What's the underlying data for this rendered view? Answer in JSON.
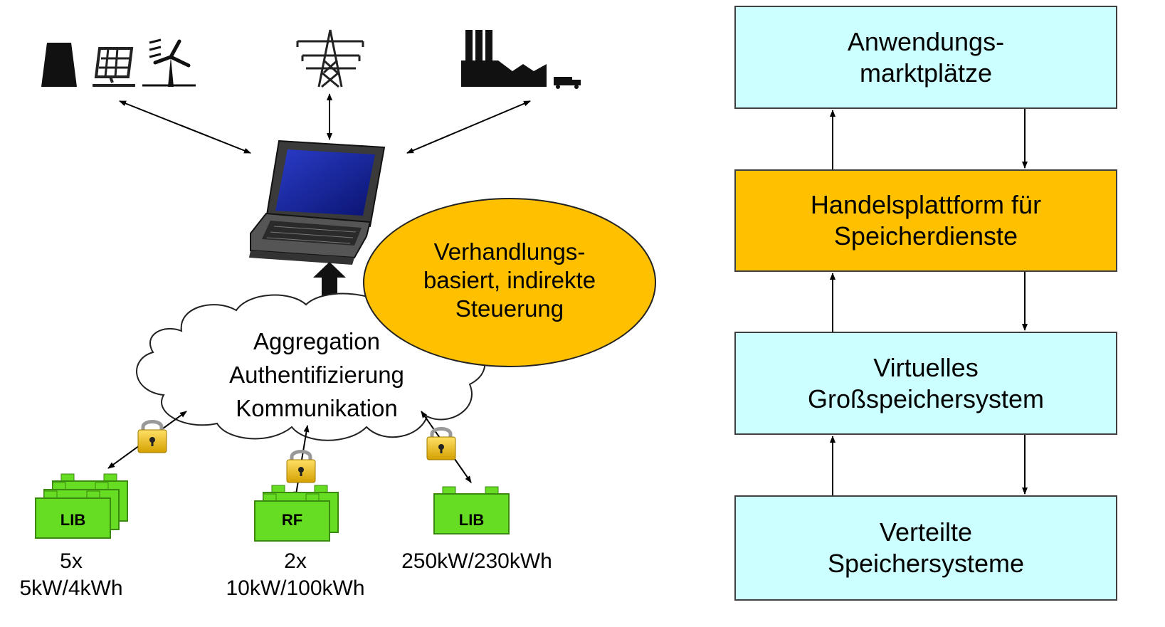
{
  "left": {
    "bubble": {
      "lines": [
        "Verhandlungs-",
        "basiert, indirekte",
        "Steuerung"
      ],
      "color": "#ffc000"
    },
    "cloud": {
      "lines": [
        "Aggregation",
        "Authentifizierung",
        "Kommunikation"
      ]
    },
    "batteries": [
      {
        "label": "LIB",
        "caption": [
          "5x",
          "5kW/4kWh"
        ],
        "color": "#66dd22"
      },
      {
        "label": "RF",
        "caption": [
          "2x",
          "10kW/100kWh"
        ],
        "color": "#66dd22"
      },
      {
        "label": "LIB",
        "caption": [
          "250kW/230kWh"
        ],
        "color": "#66dd22"
      }
    ],
    "icons": [
      "power-plant-icon",
      "solar-panel-icon",
      "wind-turbine-icon",
      "power-pylon-icon",
      "factory-icon",
      "truck-icon",
      "laptop-icon",
      "padlock-icon"
    ]
  },
  "right": {
    "boxes": [
      {
        "lines": [
          "Anwendungs-",
          "marktplätze"
        ],
        "color": "#ccffff"
      },
      {
        "lines": [
          "Handelsplattform für",
          "Speicherdienste"
        ],
        "color": "#ffc000"
      },
      {
        "lines": [
          "Virtuelles",
          "Großspeichersystem"
        ],
        "color": "#ccffff"
      },
      {
        "lines": [
          "Verteilte",
          "Speichersysteme"
        ],
        "color": "#ccffff"
      }
    ]
  }
}
